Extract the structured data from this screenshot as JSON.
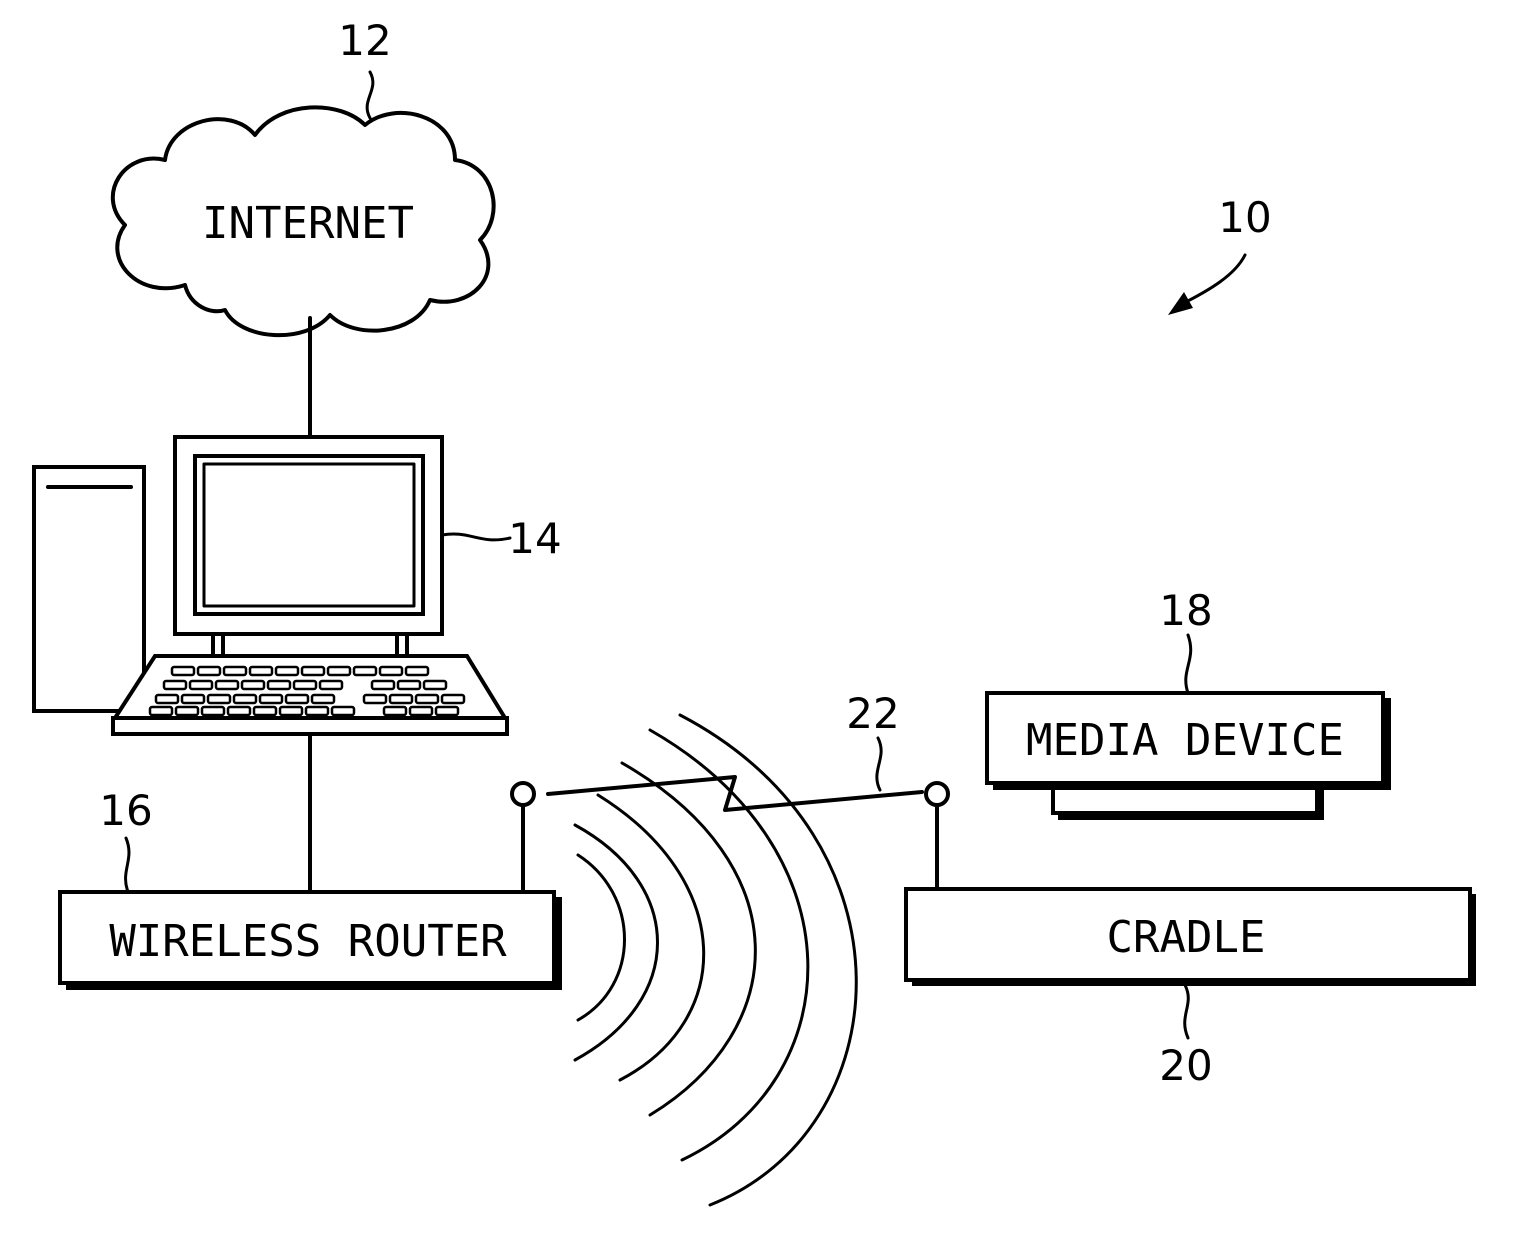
{
  "labels": {
    "internet": "INTERNET",
    "wireless_router": "WIRELESS ROUTER",
    "cradle": "CRADLE",
    "media_device": "MEDIA DEVICE"
  },
  "refs": {
    "system": "10",
    "internet": "12",
    "computer": "14",
    "router": "16",
    "media_device": "18",
    "cradle": "20",
    "wireless_link": "22"
  }
}
